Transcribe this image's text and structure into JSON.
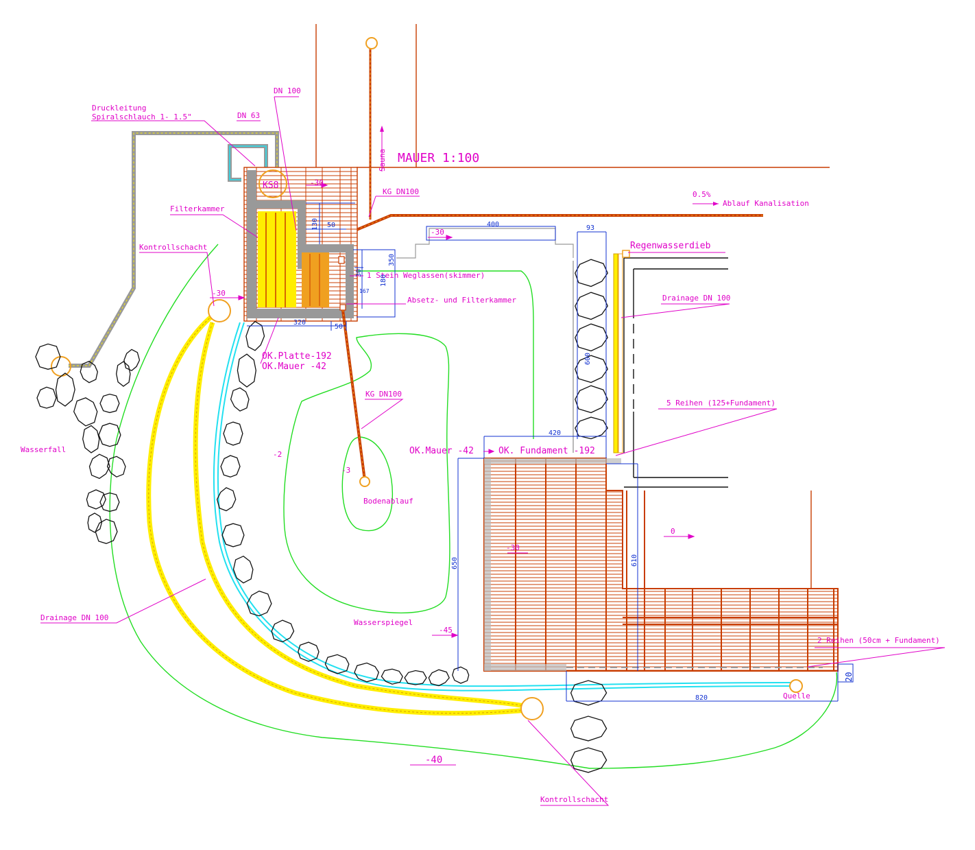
{
  "title": "MAUER 1:100",
  "labels": {
    "druckleitung_1": "Druckleitung",
    "druckleitung_2": "Spiralschlauch 1- 1.5\"",
    "dn63": "DN 63",
    "dn100_top": "DN 100",
    "ks8": "KS8",
    "sauna": "Sauna",
    "kg_dn100_top": "KG DN100",
    "gefaelle": "0.5%",
    "ablauf": "Ablauf Kanalisation",
    "filterkammer": "Filterkammer",
    "kontrollschacht_top": "Kontrollschacht",
    "regenwasserdieb": "Regenwasserdieb",
    "drainage_right": "Drainage DN 100",
    "stein_weglassen": "1 Stein Weglassen(skimmer)",
    "absetzkammer": "Absetz- und Filterkammer",
    "ok_platte": "OK.Platte-192",
    "ok_mauer_left": "OK.Mauer -42",
    "kg_dn100_mid": "KG DN100",
    "wasserfall": "Wasserfall",
    "bodenablauf": "Bodenablauf",
    "ok_mauer_mid": "OK.Mauer -42",
    "ok_fundament": "OK. Fundament -192",
    "fuenf_reihen": "5 Reihen (125+Fundament)",
    "drainage_left": "Drainage DN 100",
    "wasserspiegel": "Wasserspiegel",
    "zwei_reihen": "2 Reihen (50cm + Fundament)",
    "quelle": "Quelle",
    "kontrollschacht_bottom": "Kontrollschacht"
  },
  "levels": {
    "lv_m30_left": "-30",
    "lv_m30_top": "-30",
    "lv_m30_skimmer": "-30",
    "lv_m2": "-2",
    "lv_m3": "-3",
    "lv_m30_mauer": "-30",
    "lv_0": "0",
    "lv_m45": "-45",
    "lv_m40": "-40"
  },
  "dimensions": {
    "d400": "400",
    "d93": "93",
    "d130": "130",
    "d50_top": "50",
    "d350": "350",
    "d30": "30",
    "d180": "180",
    "d167": "167",
    "d320": "320",
    "d50_bottom": "50",
    "d600": "600",
    "d420": "420",
    "d650": "650",
    "d610": "610",
    "d820": "820",
    "d20": "20"
  },
  "colors": {
    "label": "#e000c8",
    "dimension": "#1030d0",
    "wall": "#c83c00",
    "contour": "#22dd22",
    "water": "#22e0f0",
    "drainage": "#ffee00",
    "manhole": "#f0a020",
    "stone": "#111111",
    "concrete": "#999999"
  }
}
